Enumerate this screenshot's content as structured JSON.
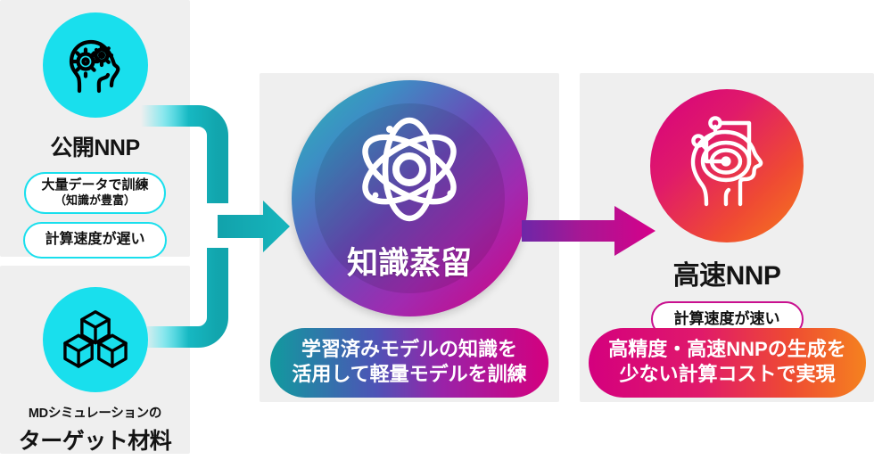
{
  "diagram": {
    "title": "Knowledge distillation workflow for fast NNP generation",
    "colors": {
      "cyan": "#19dfed",
      "teal": "#119a9e",
      "purple": "#7a33b0",
      "magenta": "#d4007e",
      "orange": "#f5821f",
      "panel_gray": "#efefef",
      "text_dark": "#141414"
    }
  },
  "left": {
    "public_nnp": {
      "title": "公開NNP",
      "icon": "head-gears-icon",
      "badges": [
        {
          "main": "大量データで訓練",
          "sub": "（知識が豊富）"
        },
        {
          "main": "計算速度が遅い",
          "sub": ""
        }
      ]
    },
    "md_target": {
      "sub": "MDシミュレーションの",
      "title": "ターゲット材料",
      "icon": "cubes-icon"
    }
  },
  "middle": {
    "circle_label": "知識蒸留",
    "icon": "atom-icon",
    "caption_line1": "学習済みモデルの知識を",
    "caption_line2": "活用して軽量モデルを訓練"
  },
  "right": {
    "title": "高速NNP",
    "icon": "head-circuit-icon",
    "badge": "計算速度が速い",
    "caption_line1": "高精度・高速NNPの生成を",
    "caption_line2": "少ない計算コストで実現"
  },
  "connectors": {
    "merge_arrow": "merge-arrow-icon",
    "flow_arrow": "right-arrow-icon"
  }
}
